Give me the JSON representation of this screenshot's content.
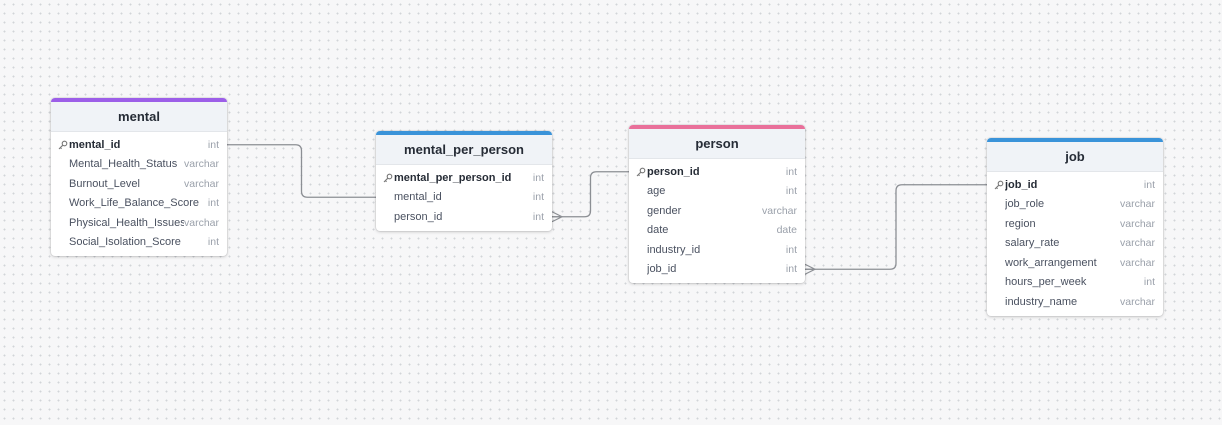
{
  "tables": [
    {
      "name": "mental",
      "color": "#9c5ee8",
      "fields": [
        {
          "name": "mental_id",
          "type": "int",
          "pk": true
        },
        {
          "name": "Mental_Health_Status",
          "type": "varchar"
        },
        {
          "name": "Burnout_Level",
          "type": "varchar"
        },
        {
          "name": "Work_Life_Balance_Score",
          "type": "int"
        },
        {
          "name": "Physical_Health_Issues",
          "type": "varchar"
        },
        {
          "name": "Social_Isolation_Score",
          "type": "int"
        }
      ]
    },
    {
      "name": "mental_per_person",
      "color": "#3a93d9",
      "fields": [
        {
          "name": "mental_per_person_id",
          "type": "int",
          "pk": true
        },
        {
          "name": "mental_id",
          "type": "int"
        },
        {
          "name": "person_id",
          "type": "int"
        }
      ]
    },
    {
      "name": "person",
      "color": "#e9709a",
      "fields": [
        {
          "name": "person_id",
          "type": "int",
          "pk": true
        },
        {
          "name": "age",
          "type": "int"
        },
        {
          "name": "gender",
          "type": "varchar"
        },
        {
          "name": "date",
          "type": "date"
        },
        {
          "name": "industry_id",
          "type": "int"
        },
        {
          "name": "job_id",
          "type": "int"
        }
      ]
    },
    {
      "name": "job",
      "color": "#3a93d9",
      "fields": [
        {
          "name": "job_id",
          "type": "int",
          "pk": true
        },
        {
          "name": "job_role",
          "type": "varchar"
        },
        {
          "name": "region",
          "type": "varchar"
        },
        {
          "name": "salary_rate",
          "type": "varchar"
        },
        {
          "name": "work_arrangement",
          "type": "varchar"
        },
        {
          "name": "hours_per_week",
          "type": "int"
        },
        {
          "name": "industry_name",
          "type": "varchar"
        }
      ]
    }
  ],
  "relationships": [
    {
      "from": "mental.mental_id",
      "to": "mental_per_person.mental_id",
      "type": "one-to-many"
    },
    {
      "from": "mental_per_person.person_id",
      "to": "person.person_id",
      "type": "many-to-one"
    },
    {
      "from": "person.job_id",
      "to": "job.job_id",
      "type": "many-to-one"
    }
  ],
  "icons": {
    "primary_key": "key-icon"
  }
}
